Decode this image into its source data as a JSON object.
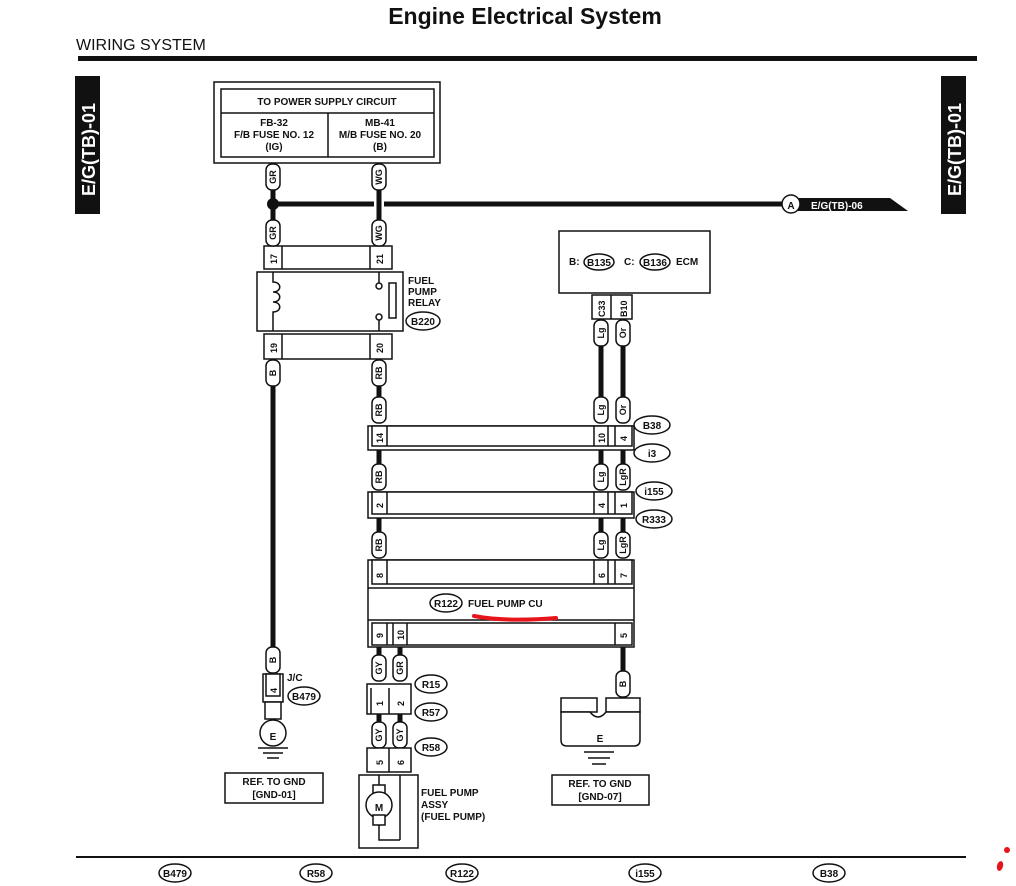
{
  "header": {
    "title": "Engine Electrical System",
    "section": "WIRING SYSTEM",
    "side_tab_left": "E/G(TB)-01",
    "side_tab_right": "E/G(TB)-01"
  },
  "power_supply": {
    "title": "TO POWER SUPPLY CIRCUIT",
    "left": {
      "line1": "FB-32",
      "line2": "F/B FUSE NO. 12",
      "line3": "(IG)"
    },
    "right": {
      "line1": "MB-41",
      "line2": "M/B FUSE NO. 20",
      "line3": "(B)"
    }
  },
  "connector_ref": {
    "letter": "A",
    "label": "E/G(TB)-06"
  },
  "relay": {
    "name_lines": [
      "FUEL",
      "PUMP",
      "RELAY"
    ],
    "connector": "B220",
    "pins_top": [
      "17",
      "21"
    ],
    "pins_bottom": [
      "19",
      "20"
    ]
  },
  "ecm": {
    "b_prefix": "B:",
    "b_connector": "B135",
    "c_prefix": "C:",
    "c_connector": "B136",
    "label": "ECM",
    "pins": [
      "C33",
      "B10"
    ]
  },
  "wires": {
    "gr": "GR",
    "wg": "WG",
    "b": "B",
    "rb": "RB",
    "lg": "Lg",
    "or": "Or",
    "lgr": "LgR",
    "gy": "GY"
  },
  "connectors": {
    "b38": "B38",
    "i3": "i3",
    "i155": "i155",
    "r333": "R333",
    "r15": "R15",
    "r57": "R57",
    "r58": "R58",
    "b479": "B479"
  },
  "pins": {
    "row1": [
      "14",
      "10",
      "4"
    ],
    "row2": [
      "2",
      "4",
      "1"
    ],
    "row3": [
      "8",
      "6",
      "7"
    ],
    "cu_bottom": [
      "9",
      "10",
      "5"
    ],
    "r15": [
      "1",
      "2"
    ],
    "r58": [
      "5",
      "6"
    ],
    "jc": "4"
  },
  "fuel_pump_cu": {
    "connector": "R122",
    "label": "FUEL PUMP CU"
  },
  "jc": {
    "label": "J/C"
  },
  "ground_symbol": "E",
  "ground_left": {
    "line1": "REF. TO GND",
    "line2": "[GND-01]"
  },
  "ground_right": {
    "line1": "REF. TO GND",
    "line2": "[GND-07]"
  },
  "fuel_pump": {
    "motor": "M",
    "lines": [
      "FUEL PUMP",
      "ASSY",
      "(FUEL PUMP)"
    ]
  },
  "footer_connectors": [
    "B479",
    "R58",
    "R122",
    "i155",
    "B38"
  ],
  "annotation_color": "#e8141b"
}
